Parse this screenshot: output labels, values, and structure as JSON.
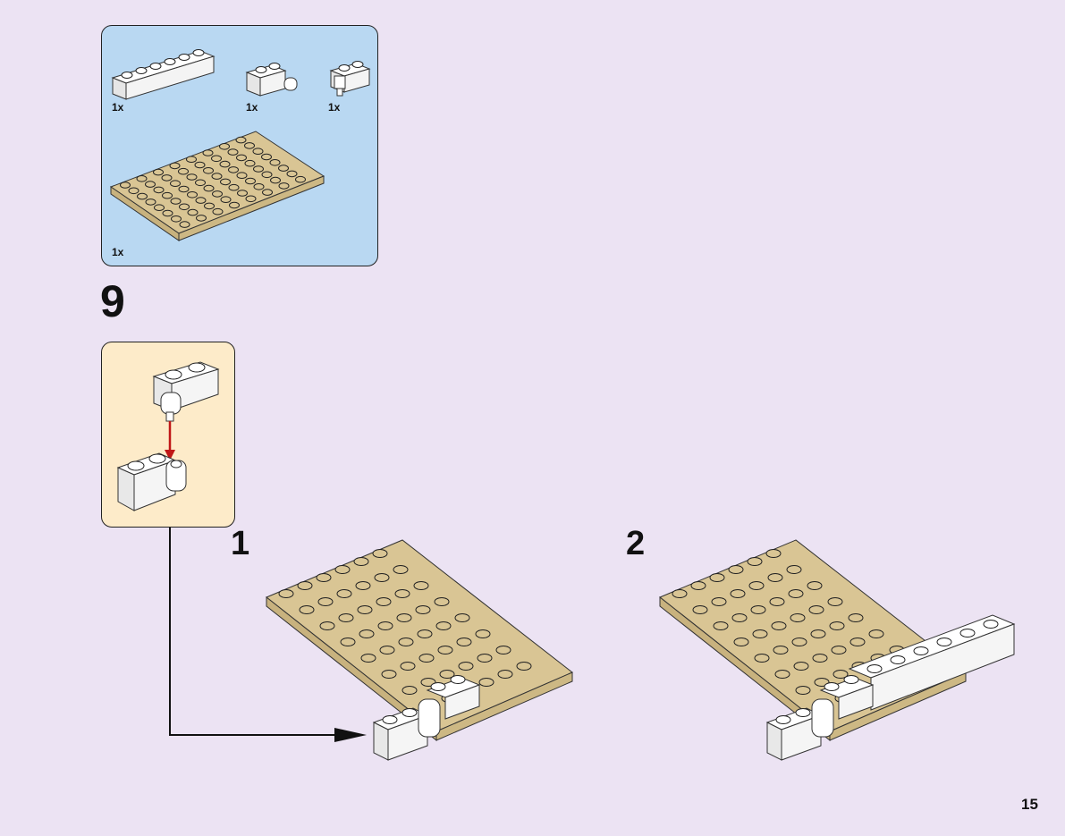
{
  "parts_list": [
    {
      "part": "white-brick-1x6",
      "quantity": "1x"
    },
    {
      "part": "white-brick-1x2-with-clip",
      "quantity": "1x"
    },
    {
      "part": "white-brick-1x2-with-pin",
      "quantity": "1x"
    },
    {
      "part": "tan-plate-6x8",
      "quantity": "1x"
    }
  ],
  "step": {
    "number": "9"
  },
  "substeps": [
    {
      "label": "1"
    },
    {
      "label": "2"
    }
  ],
  "page": {
    "number": "15"
  },
  "colors": {
    "background": "#ece3f3",
    "parts_box": "#b9d8f2",
    "callout_box": "#fdebc9",
    "tan_plate": "#d9c594",
    "arrow": "#c01717"
  }
}
